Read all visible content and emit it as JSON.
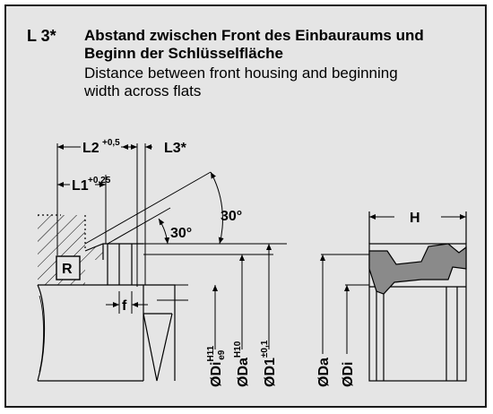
{
  "header": {
    "ref": "L 3*",
    "title_de_1": "Abstand zwischen Front des Einbauraums und",
    "title_de_2": "Beginn der Schlüsselfläche",
    "title_en_1": "Distance between front housing and beginning",
    "title_en_2": "width across flats"
  },
  "dims": {
    "l2": "L2",
    "l2_tol": "+0,5",
    "l3": "L3*",
    "l1": "L1",
    "l1_tol": "+0,25",
    "angle_outer": "30°",
    "angle_inner": "30°",
    "r": "R",
    "f": "f",
    "h": "H",
    "d_i_base": "ØDi",
    "d_i_sup": "H11",
    "d_i_sub": "e9",
    "d_a_base": "ØDa",
    "d_a_sup": "H10",
    "d_1_base": "ØD1",
    "d_1_sup": "±0,1",
    "d_a2": "ØDa",
    "d_i2": "ØDi"
  },
  "colors": {
    "background": "#e5e5e5",
    "line": "#000000",
    "seal": "#888888",
    "border": "#1a1a1a"
  }
}
